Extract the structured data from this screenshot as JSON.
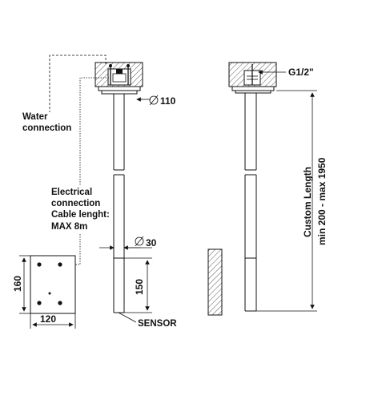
{
  "labels": {
    "water_connection_line1": "Water",
    "water_connection_line2": "connection",
    "electrical_line1": "Electrical",
    "electrical_line2": "connection",
    "electrical_line3": "Cable lenght:",
    "electrical_line4": "MAX 8m",
    "sensor": "SENSOR",
    "thread": "G1/2\"",
    "custom_length_line1": "Custom Length",
    "custom_length_line2": "min 200 - max 1950"
  },
  "dimensions": {
    "flange_diameter": "110",
    "tube_diameter": "30",
    "sensor_length": "150",
    "box_height": "160",
    "box_width": "120"
  },
  "colors": {
    "line": "#111111",
    "background": "#ffffff"
  }
}
